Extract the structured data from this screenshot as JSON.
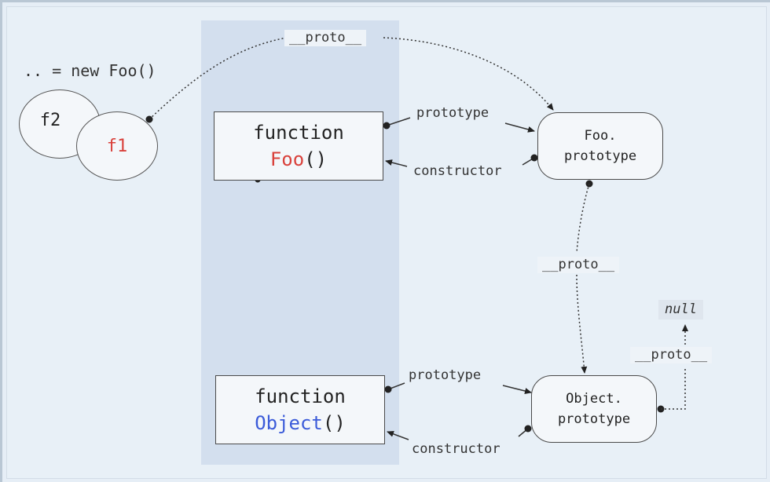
{
  "diagram": {
    "new_expression": ".. = new Foo()",
    "instances": {
      "f2": "f2",
      "f1": "f1"
    },
    "foo_function": {
      "keyword": "function",
      "name": "Foo",
      "parens": "()"
    },
    "object_function": {
      "keyword": "function",
      "name": "Object",
      "parens": "()"
    },
    "foo_prototype": {
      "line1": "Foo.",
      "line2": "prototype"
    },
    "object_prototype": {
      "line1": "Object.",
      "line2": "prototype"
    },
    "null_label": "null",
    "edge_labels": {
      "proto_top": "__proto__",
      "prototype_foo": "prototype",
      "constructor_foo": "constructor",
      "proto_mid": "__proto__",
      "prototype_object": "prototype",
      "constructor_object": "constructor",
      "proto_right": "__proto__"
    },
    "colors": {
      "foo_name": "#d9413b",
      "object_name": "#3b5bd9",
      "f1_text": "#d9413b",
      "band": "#d3dfee",
      "background": "#e8f0f7"
    }
  }
}
